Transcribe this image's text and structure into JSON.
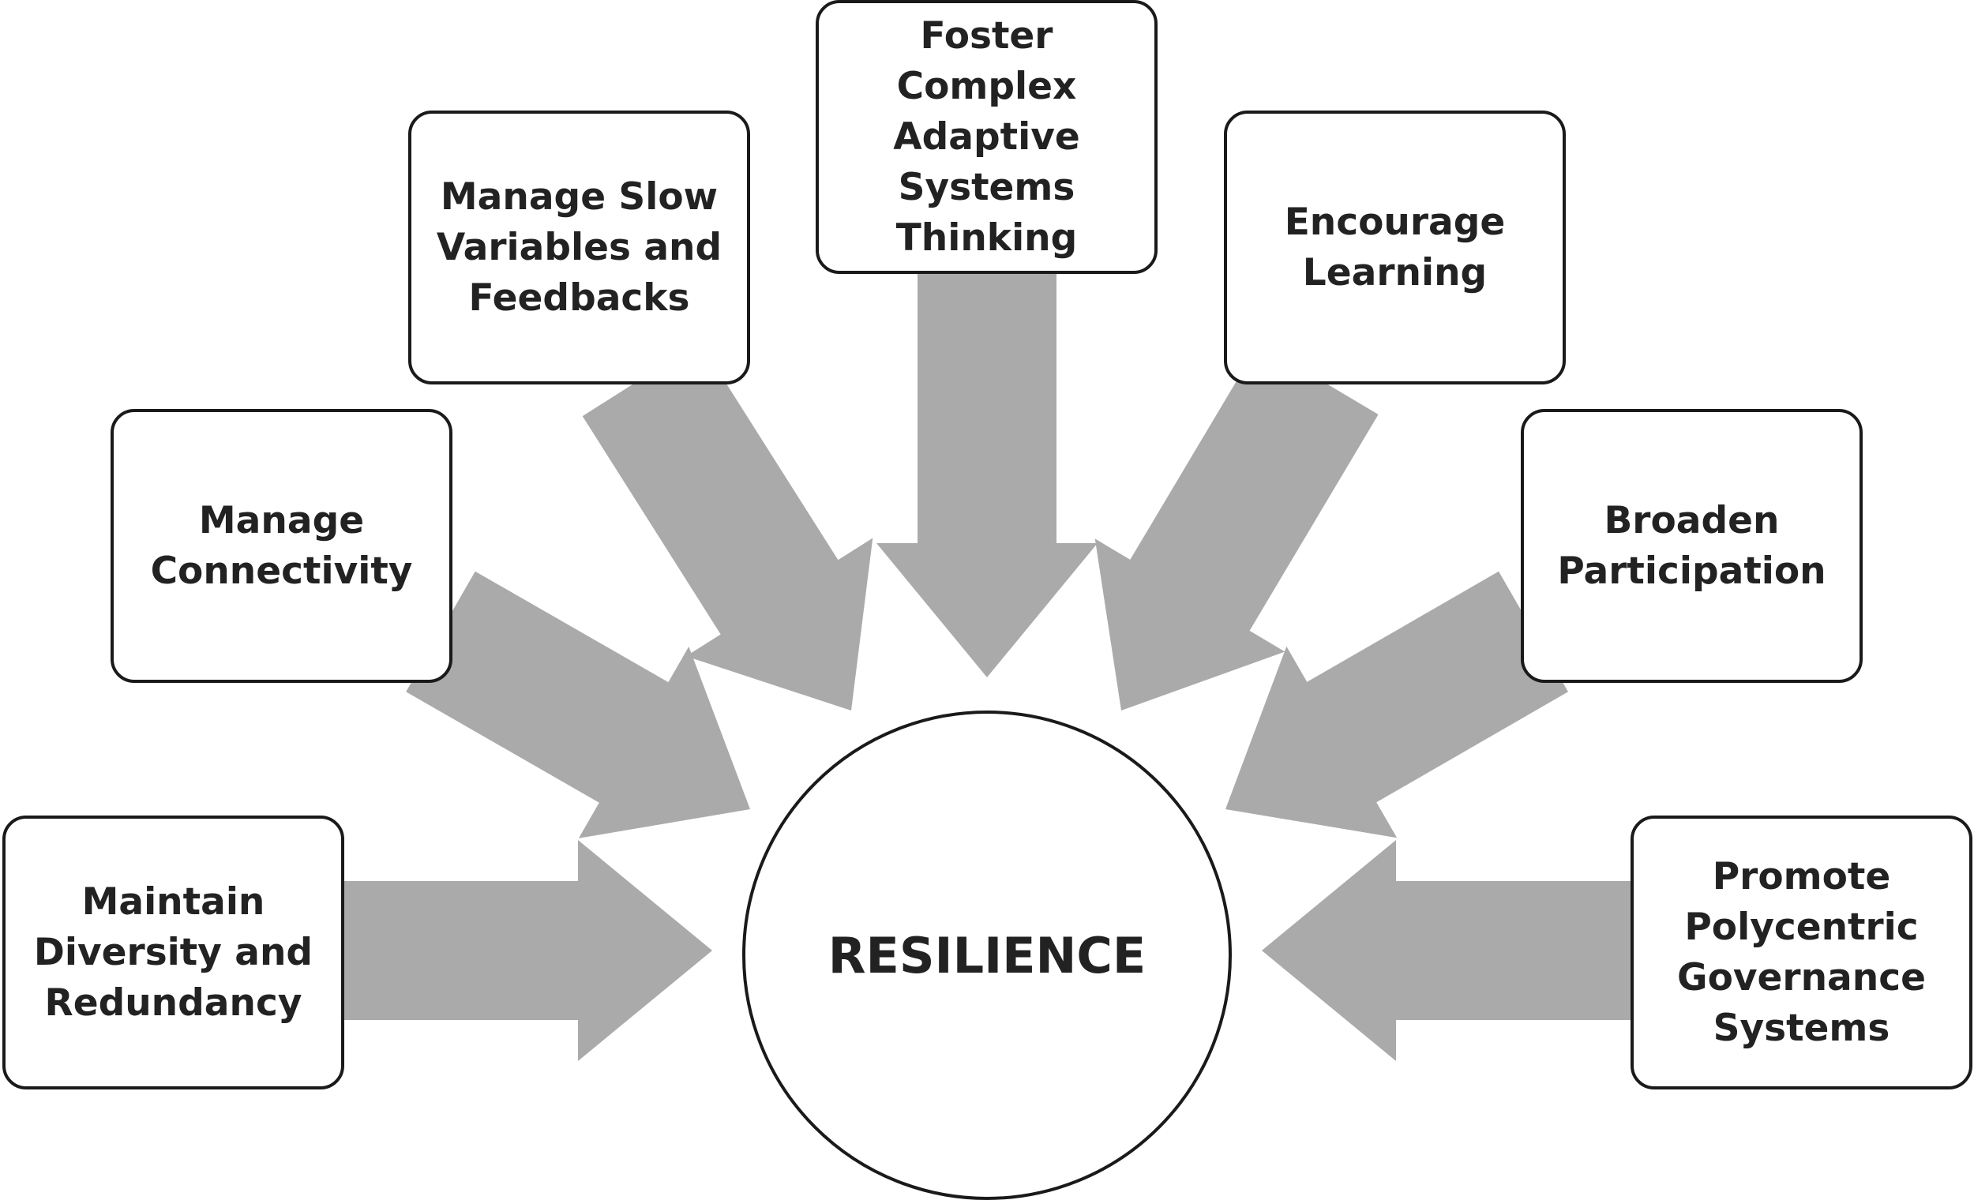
{
  "center": {
    "label": "RESILIENCE"
  },
  "nodes": {
    "diversity": "Maintain\nDiversity and\nRedundancy",
    "connectivity": "Manage\nConnectivity",
    "slow_variables": "Manage Slow\nVariables and\nFeedbacks",
    "complex_adaptive": "Foster Complex\nAdaptive\nSystems\nThinking",
    "learning": "Encourage\nLearning",
    "participation": "Broaden\nParticipation",
    "polycentric": "Promote\nPolycentric\nGovernance\nSystems"
  },
  "colors": {
    "arrow": "#aaaaaa",
    "border": "#1a1a1a",
    "text": "#222222"
  }
}
